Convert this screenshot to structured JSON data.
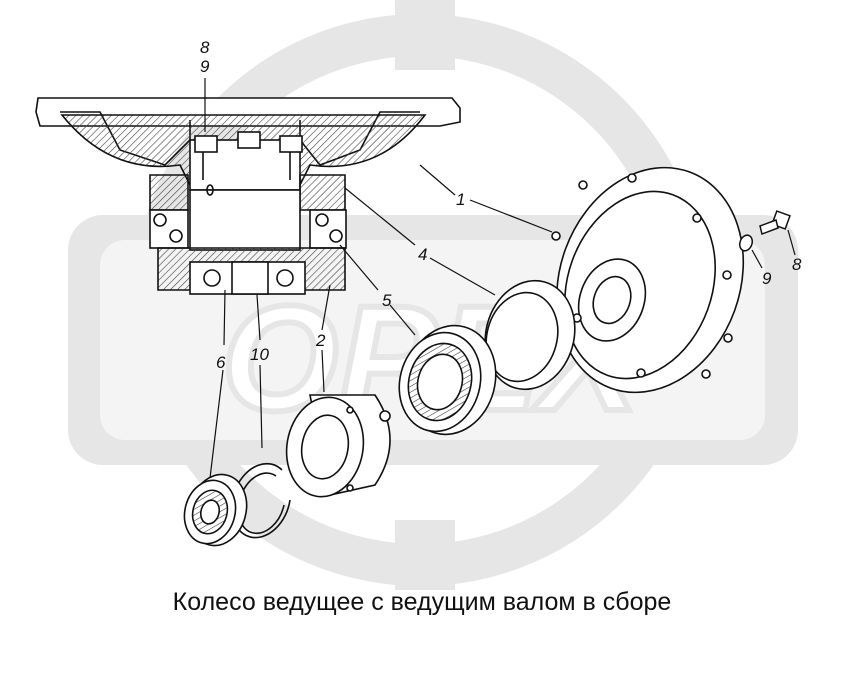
{
  "caption": "Колесо ведущее с ведущим валом в сборе",
  "part_labels": {
    "top_8": "8",
    "top_9": "9",
    "p1": "1",
    "p2": "2",
    "p4": "4",
    "p5": "5",
    "p6": "6",
    "p10": "10",
    "right_9": "9",
    "right_8": "8"
  },
  "colors": {
    "line": "#111111",
    "watermark": "#e4e4e4",
    "hatch": "#444444"
  }
}
